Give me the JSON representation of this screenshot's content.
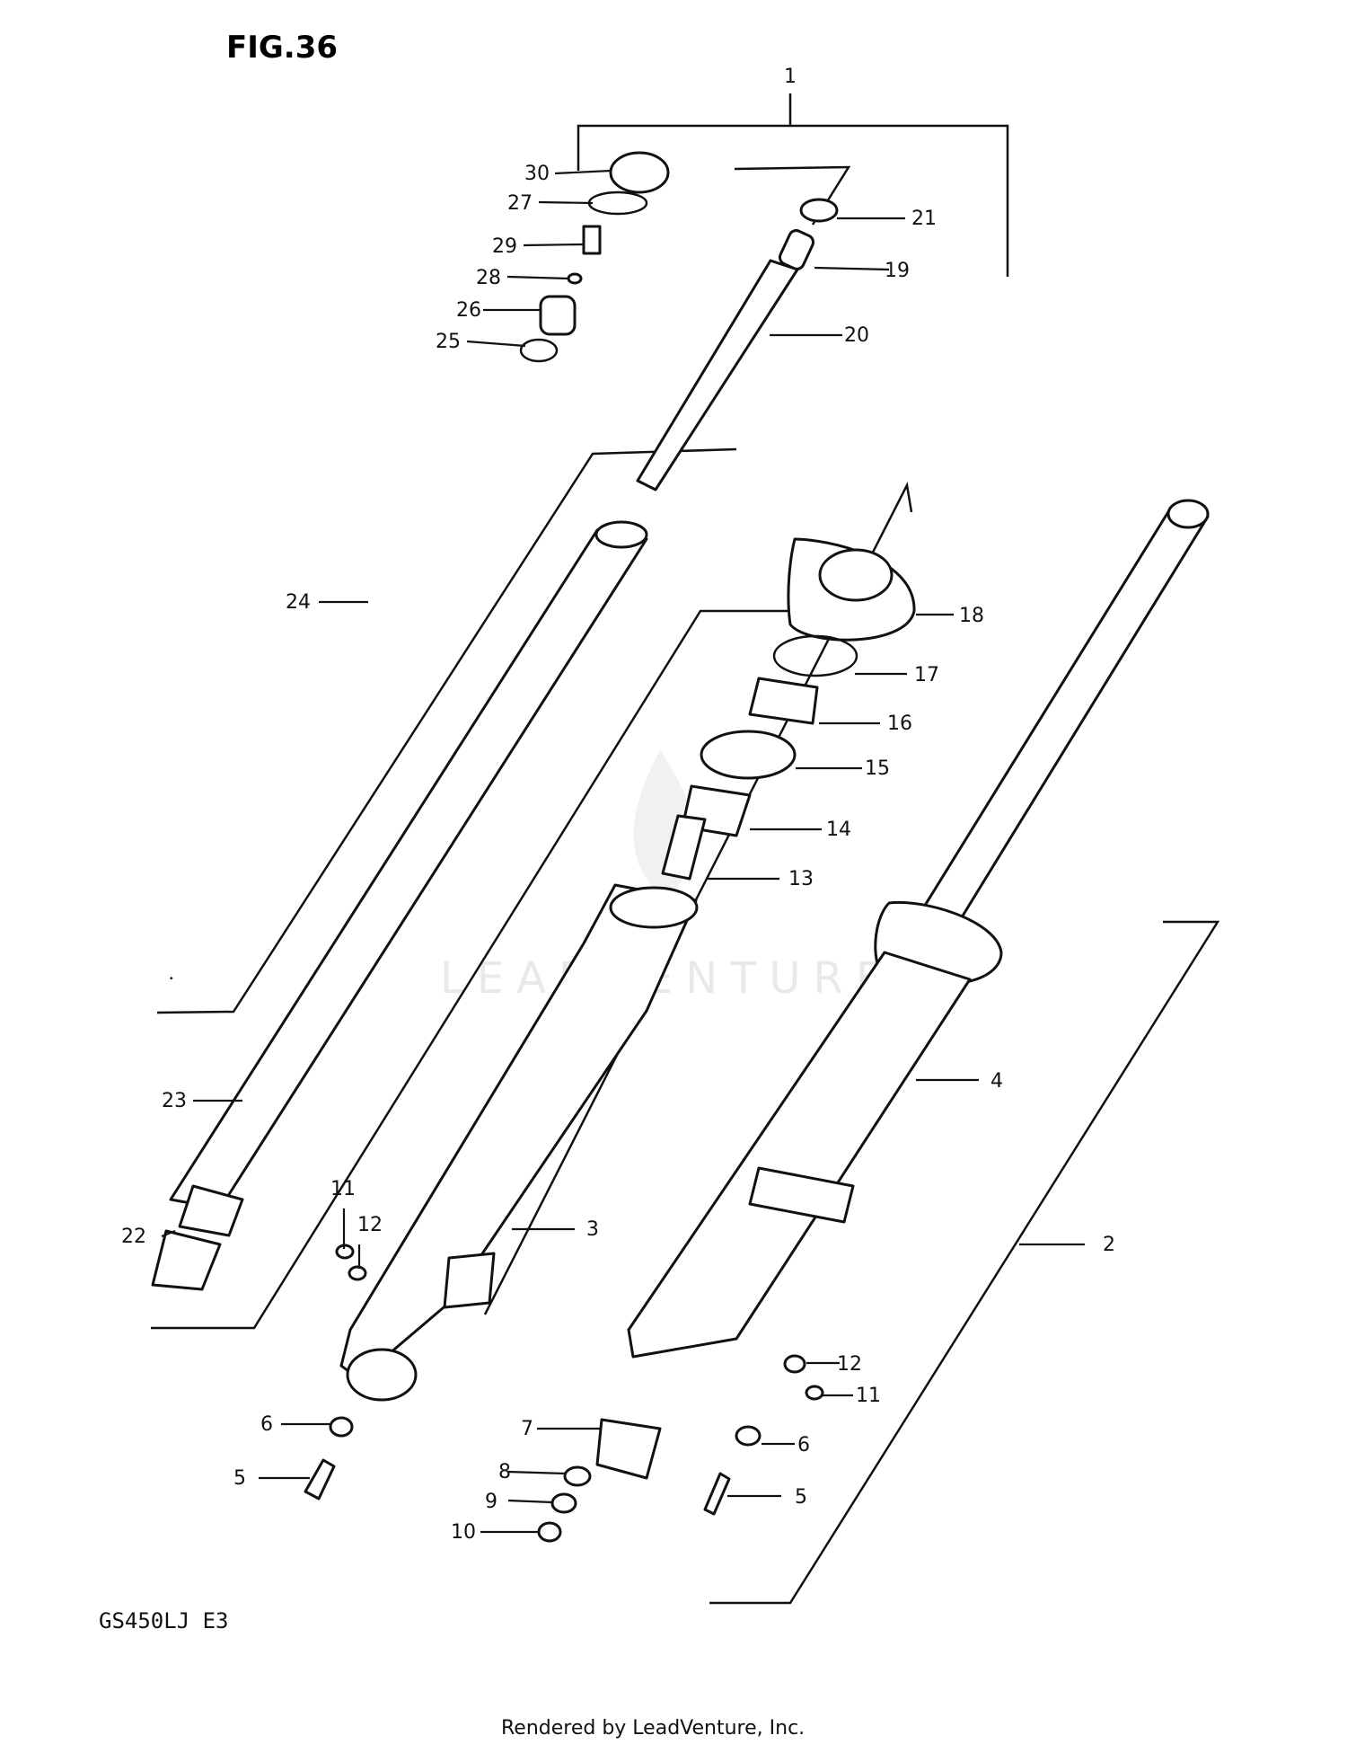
{
  "figure": {
    "title": "FIG.36",
    "model": "GS450LJ E3",
    "footer": "Rendered by LeadVenture, Inc.",
    "watermark": "LEADVENTURE"
  },
  "callouts": [
    "1",
    "2",
    "3",
    "4",
    "5",
    "5",
    "6",
    "6",
    "7",
    "8",
    "9",
    "10",
    "11",
    "11",
    "12",
    "12",
    "13",
    "14",
    "15",
    "16",
    "17",
    "18",
    "19",
    "20",
    "21",
    "22",
    "23",
    "24",
    "25",
    "26",
    "27",
    "28",
    "29",
    "30"
  ]
}
